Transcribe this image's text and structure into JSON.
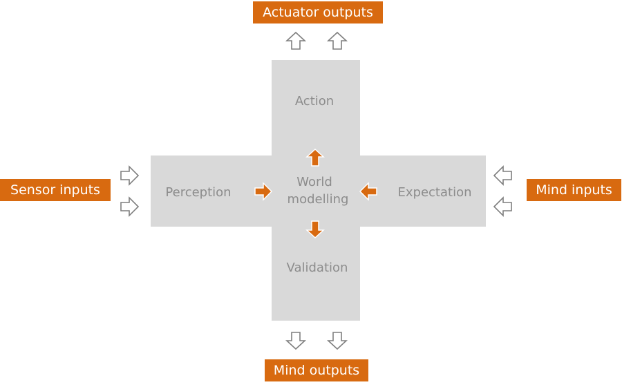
{
  "colors": {
    "accent": "#d86a10",
    "cross_fill": "#d9d9d9",
    "cross_text": "#8c8c8c",
    "outline_arrow": "#7f7f7f",
    "label_text": "#ffffff"
  },
  "labels": {
    "actuator_outputs": "Actuator outputs",
    "sensor_inputs": "Sensor inputs",
    "mind_inputs": "Mind inputs",
    "mind_outputs": "Mind outputs"
  },
  "stages": {
    "action": "Action",
    "perception": "Perception",
    "world_modelling_line1": "World",
    "world_modelling_line2": "modelling",
    "expectation": "Expectation",
    "validation": "Validation"
  }
}
